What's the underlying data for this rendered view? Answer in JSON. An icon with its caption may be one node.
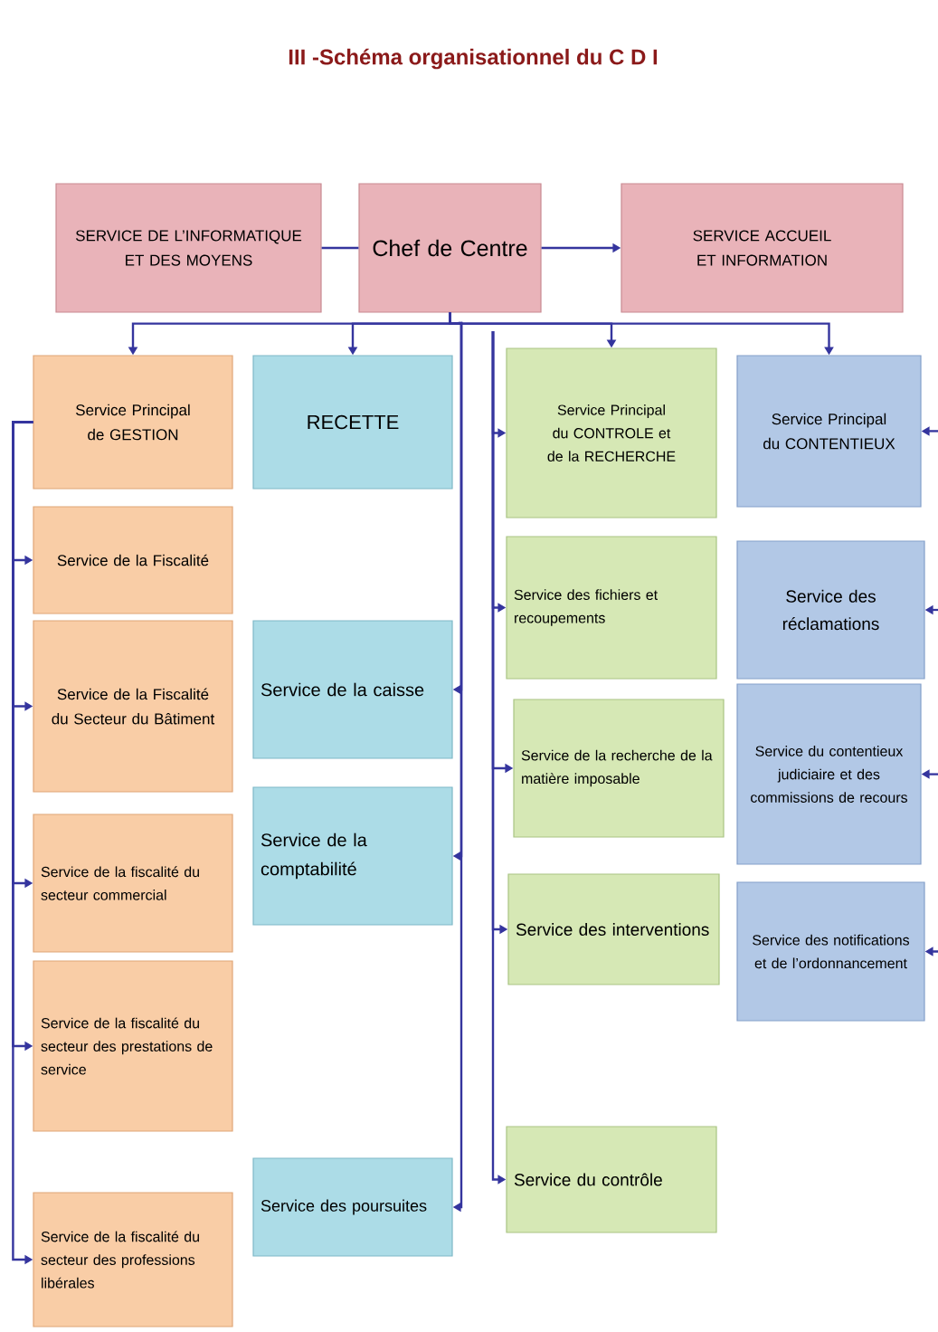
{
  "diagram": {
    "title": "III -Schéma organisationnel du C D I",
    "nodes": [
      {
        "text": [
          "SERVICE DE L’INFORMATIQUE ET DES MOYENS"
        ]
      },
      {
        "text": [
          "Chef de Centre"
        ]
      },
      {
        "text": [
          "SERVICE ACCUEIL ET INFORMATION"
        ]
      },
      {
        "text": [
          "Service Principal de GESTION"
        ]
      },
      {
        "text": [
          "RECETTE"
        ]
      },
      {
        "text": [
          "Service Principal du CONTROLE et de la RECHERCHE"
        ]
      },
      {
        "text": [
          "Service Principal du CONTENTIEUX"
        ]
      },
      {
        "text": [
          "Service de la Fiscalité"
        ]
      },
      {
        "text": [
          "Service de la Fiscalité du Secteur du Bâtiment"
        ]
      },
      {
        "text": [
          "Service de la fiscalité du secteur commercial"
        ]
      },
      {
        "text": [
          "Service de la fiscalité du secteur des prestations de service"
        ]
      },
      {
        "text": [
          "Service de la fiscalité du secteur des professions libérales"
        ]
      },
      {
        "text": [
          "Service de la caisse"
        ]
      },
      {
        "text": [
          "Service de la comptabilité"
        ]
      },
      {
        "text": [
          "Service des poursuites"
        ]
      },
      {
        "text": [
          "Service des fichiers et recoupements"
        ]
      },
      {
        "text": [
          "Service de la recherche de la matière imposable"
        ]
      },
      {
        "text": [
          "Service des interventions"
        ]
      },
      {
        "text": [
          "Service du contrôle"
        ]
      },
      {
        "text": [
          "Service des réclamations"
        ]
      },
      {
        "text": [
          "Service du contentieux judiciaire et des commissions de recours"
        ]
      },
      {
        "text": [
          "Service des notifications et de l’ordonnancement"
        ]
      }
    ],
    "edges": [
      {
        "from": 1,
        "to": 0,
        "arrow": "none"
      },
      {
        "from": 1,
        "to": 2,
        "arrow": "to"
      },
      {
        "from": 1,
        "to": 3,
        "arrow": "to"
      },
      {
        "from": 1,
        "to": 4,
        "arrow": "to"
      },
      {
        "from": 1,
        "to": 5,
        "arrow": "to"
      },
      {
        "from": 1,
        "to": 6,
        "arrow": "to"
      },
      {
        "from": 3,
        "to": 7,
        "arrow": "to"
      },
      {
        "from": 3,
        "to": 8,
        "arrow": "to"
      },
      {
        "from": 3,
        "to": 9,
        "arrow": "to"
      },
      {
        "from": 3,
        "to": 10,
        "arrow": "to"
      },
      {
        "from": 3,
        "to": 11,
        "arrow": "to"
      },
      {
        "from": 1,
        "to": 12,
        "arrow": "to"
      },
      {
        "from": 1,
        "to": 13,
        "arrow": "to"
      },
      {
        "from": 1,
        "to": 14,
        "arrow": "to"
      },
      {
        "from": null,
        "to": 5,
        "arrow": "to"
      },
      {
        "from": null,
        "to": 15,
        "arrow": "to"
      },
      {
        "from": null,
        "to": 16,
        "arrow": "to"
      },
      {
        "from": null,
        "to": 17,
        "arrow": "to"
      },
      {
        "from": null,
        "to": 18,
        "arrow": "to"
      },
      {
        "from": null,
        "to": 6,
        "arrow": "to"
      },
      {
        "from": null,
        "to": 19,
        "arrow": "to"
      },
      {
        "from": null,
        "to": 20,
        "arrow": "to"
      },
      {
        "from": null,
        "to": 21,
        "arrow": "to"
      }
    ]
  }
}
